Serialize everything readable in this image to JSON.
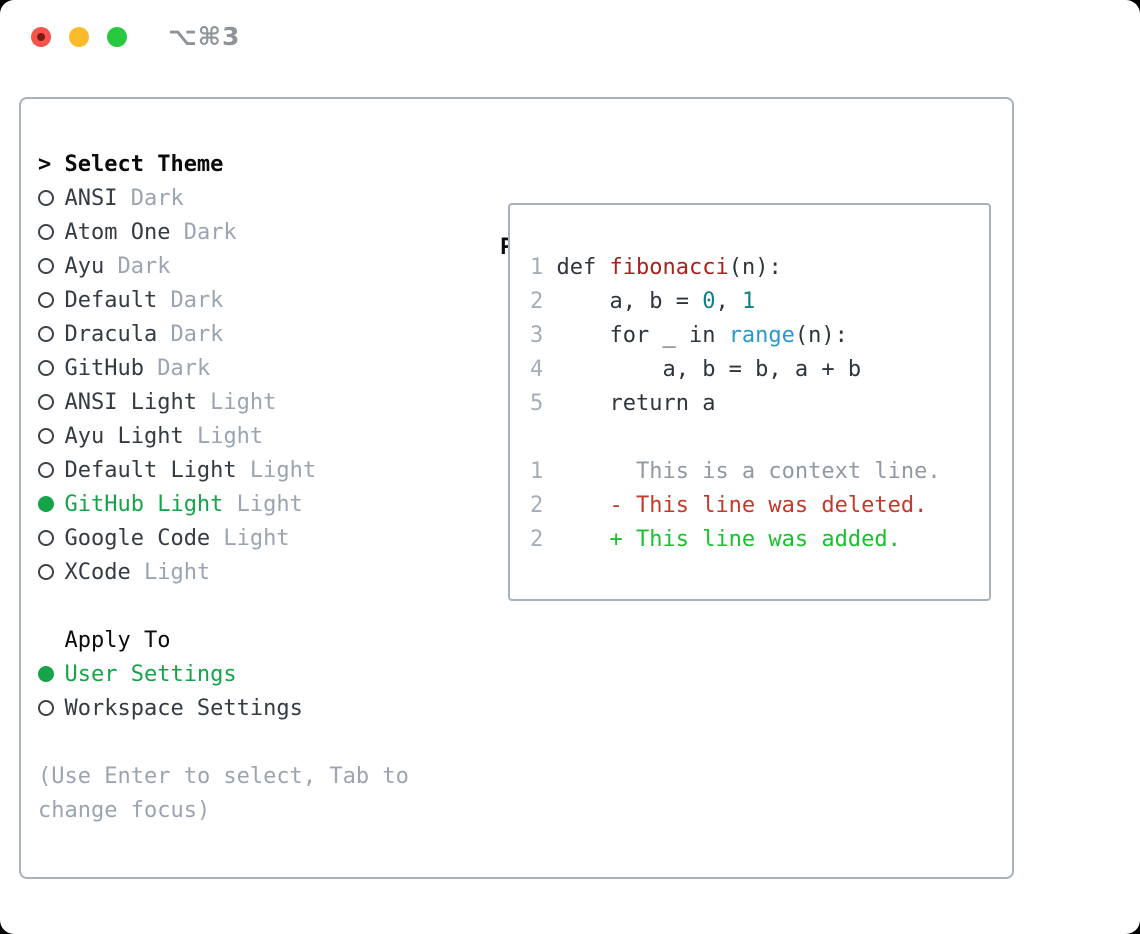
{
  "window": {
    "title": "⌥⌘3",
    "traffic_lights": [
      {
        "name": "close",
        "color": "#f5544d"
      },
      {
        "name": "minimize",
        "color": "#fcbb2d"
      },
      {
        "name": "zoom",
        "color": "#28c840"
      }
    ]
  },
  "theme_list": {
    "header_prefix": ">",
    "header_label": "Select Theme",
    "items": [
      {
        "name": "ANSI",
        "variant": "Dark",
        "selected": false
      },
      {
        "name": "Atom One",
        "variant": "Dark",
        "selected": false
      },
      {
        "name": "Ayu",
        "variant": "Dark",
        "selected": false
      },
      {
        "name": "Default",
        "variant": "Dark",
        "selected": false
      },
      {
        "name": "Dracula",
        "variant": "Dark",
        "selected": false
      },
      {
        "name": "GitHub",
        "variant": "Dark",
        "selected": false
      },
      {
        "name": "ANSI Light",
        "variant": "Light",
        "selected": false
      },
      {
        "name": "Ayu Light",
        "variant": "Light",
        "selected": false
      },
      {
        "name": "Default Light",
        "variant": "Light",
        "selected": false
      },
      {
        "name": "GitHub Light",
        "variant": "Light",
        "selected": true
      },
      {
        "name": "Google Code",
        "variant": "Light",
        "selected": false
      },
      {
        "name": "XCode",
        "variant": "Light",
        "selected": false
      }
    ]
  },
  "apply_to": {
    "label": "Apply To",
    "options": [
      {
        "label": "User Settings",
        "selected": true
      },
      {
        "label": "Workspace Settings",
        "selected": false
      }
    ]
  },
  "hint": {
    "line1": "(Use Enter to select, Tab to",
    "line2": "change focus)"
  },
  "preview": {
    "label": "Preview",
    "code_lines": [
      {
        "num": "1",
        "segments": [
          {
            "text": "def ",
            "style": "plain"
          },
          {
            "text": "fibonacci",
            "style": "function"
          },
          {
            "text": "(n):",
            "style": "plain"
          }
        ]
      },
      {
        "num": "2",
        "segments": [
          {
            "text": "    a, b = ",
            "style": "plain"
          },
          {
            "text": "0",
            "style": "number"
          },
          {
            "text": ", ",
            "style": "plain"
          },
          {
            "text": "1",
            "style": "number"
          }
        ]
      },
      {
        "num": "3",
        "segments": [
          {
            "text": "    for _ in ",
            "style": "plain"
          },
          {
            "text": "range",
            "style": "builtin"
          },
          {
            "text": "(n):",
            "style": "plain"
          }
        ]
      },
      {
        "num": "4",
        "segments": [
          {
            "text": "        a, b = b, a + b",
            "style": "plain"
          }
        ]
      },
      {
        "num": "5",
        "segments": [
          {
            "text": "    return a",
            "style": "plain"
          }
        ]
      }
    ],
    "diff_lines": [
      {
        "num": "1",
        "text": "      This is a context line.",
        "style": "context"
      },
      {
        "num": "2",
        "text": "    - This line was deleted.",
        "style": "deleted"
      },
      {
        "num": "2",
        "text": "    + This line was added.",
        "style": "added"
      }
    ]
  },
  "colors": {
    "heading_black": "#0b0b0b",
    "text_dark": "#343b42",
    "muted_gray": "#9aa5b1",
    "accent_green": "#17a34a",
    "added_green": "#16c22d",
    "deleted_red": "#c43a2a",
    "function_red": "#a6241d",
    "number_teal": "#0f7f88",
    "builtin_blue": "#2b98cb",
    "gutter_gray": "#a4adb8",
    "context_gray": "#909aa4",
    "border_gray": "#a9b1ba",
    "traffic_red": "#f5544d",
    "traffic_red_dot": "#7d1a13",
    "traffic_yellow": "#fcbb2d",
    "traffic_green": "#28c840",
    "title_gray": "#8f949b"
  }
}
